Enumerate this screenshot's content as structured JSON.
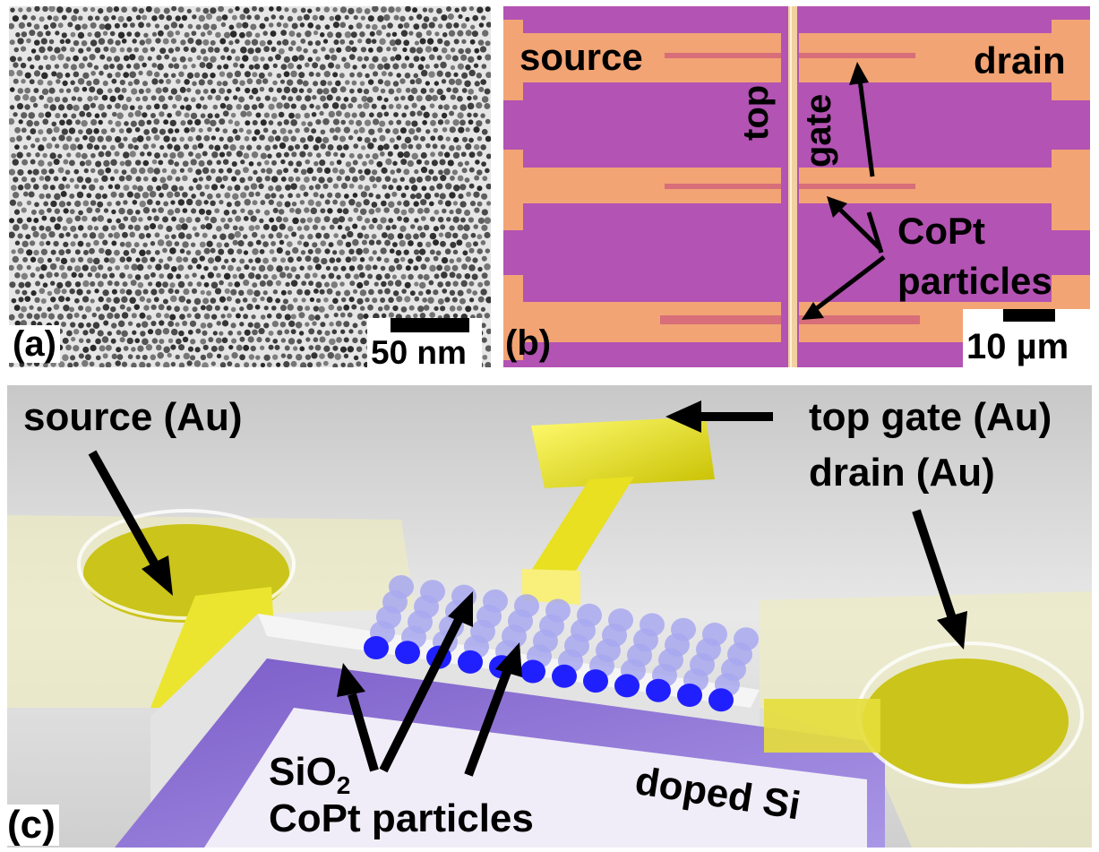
{
  "panel_a": {
    "label": "(a)",
    "scale_bar_text": "50 nm"
  },
  "panel_b": {
    "label": "(b)",
    "source_label": "source",
    "drain_label": "drain",
    "top_label": "top",
    "gate_label": "gate",
    "particles_line1": "CoPt",
    "particles_line2": "particles",
    "scale_bar_text": "10 µm"
  },
  "panel_c": {
    "label": "(c)",
    "source_label": "source (Au)",
    "top_gate_label": "top gate (Au)",
    "drain_label": "drain (Au)",
    "sio2_main": "SiO",
    "sio2_sub": "2",
    "particles_label": "CoPt particles",
    "substrate_label": "doped Si"
  },
  "colors": {
    "gold": "#e8e020",
    "pad_orange": "#f0a070",
    "substrate_purple": "#b050b0",
    "particle_blue": "#2020ff",
    "si_purple": "#8a70d8"
  }
}
